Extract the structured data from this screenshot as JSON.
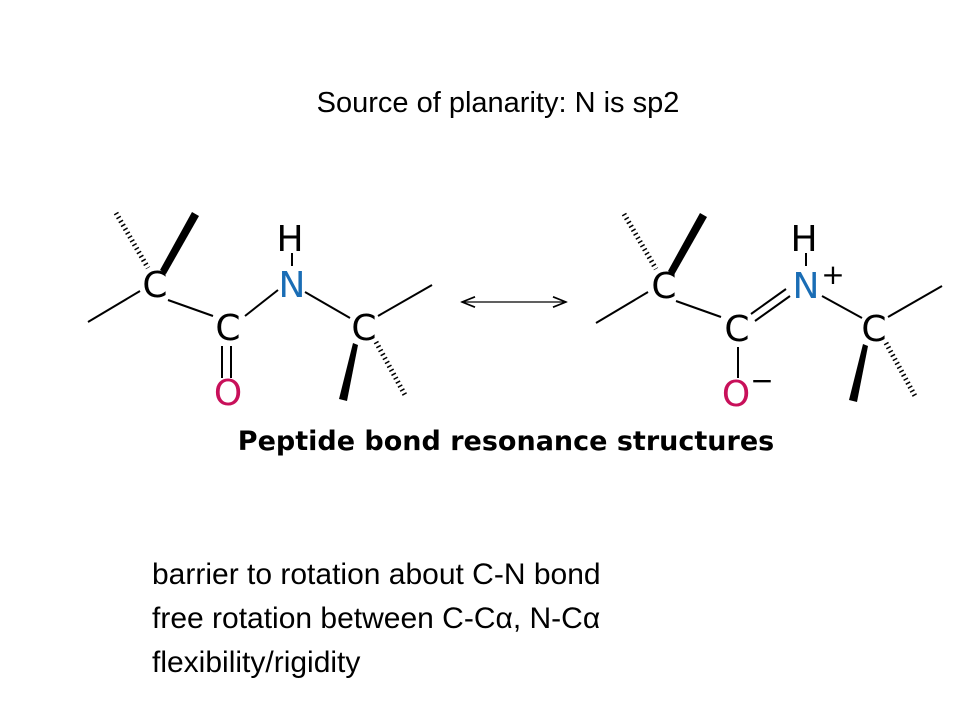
{
  "title": "Source of planarity: N is sp2",
  "caption": "Peptide bond resonance structures",
  "colors": {
    "oxygen": "#c8105a",
    "nitrogen": "#1a6db5",
    "carbon": "#000000"
  },
  "left_structure": {
    "h": "H",
    "n": "N",
    "c_alpha1": "C",
    "c_carbonyl": "C",
    "c_alpha2": "C",
    "o": "O"
  },
  "right_structure": {
    "h": "H",
    "n": "N",
    "n_charge": "+",
    "c_alpha1": "C",
    "c_carbonyl": "C",
    "c_alpha2": "C",
    "o": "O",
    "o_charge": "−"
  },
  "resonance_arrow": "double-headed-arrow",
  "notes": [
    "barrier to rotation about C-N bond",
    "free rotation between C-Cα, N-Cα",
    "flexibility/rigidity"
  ]
}
